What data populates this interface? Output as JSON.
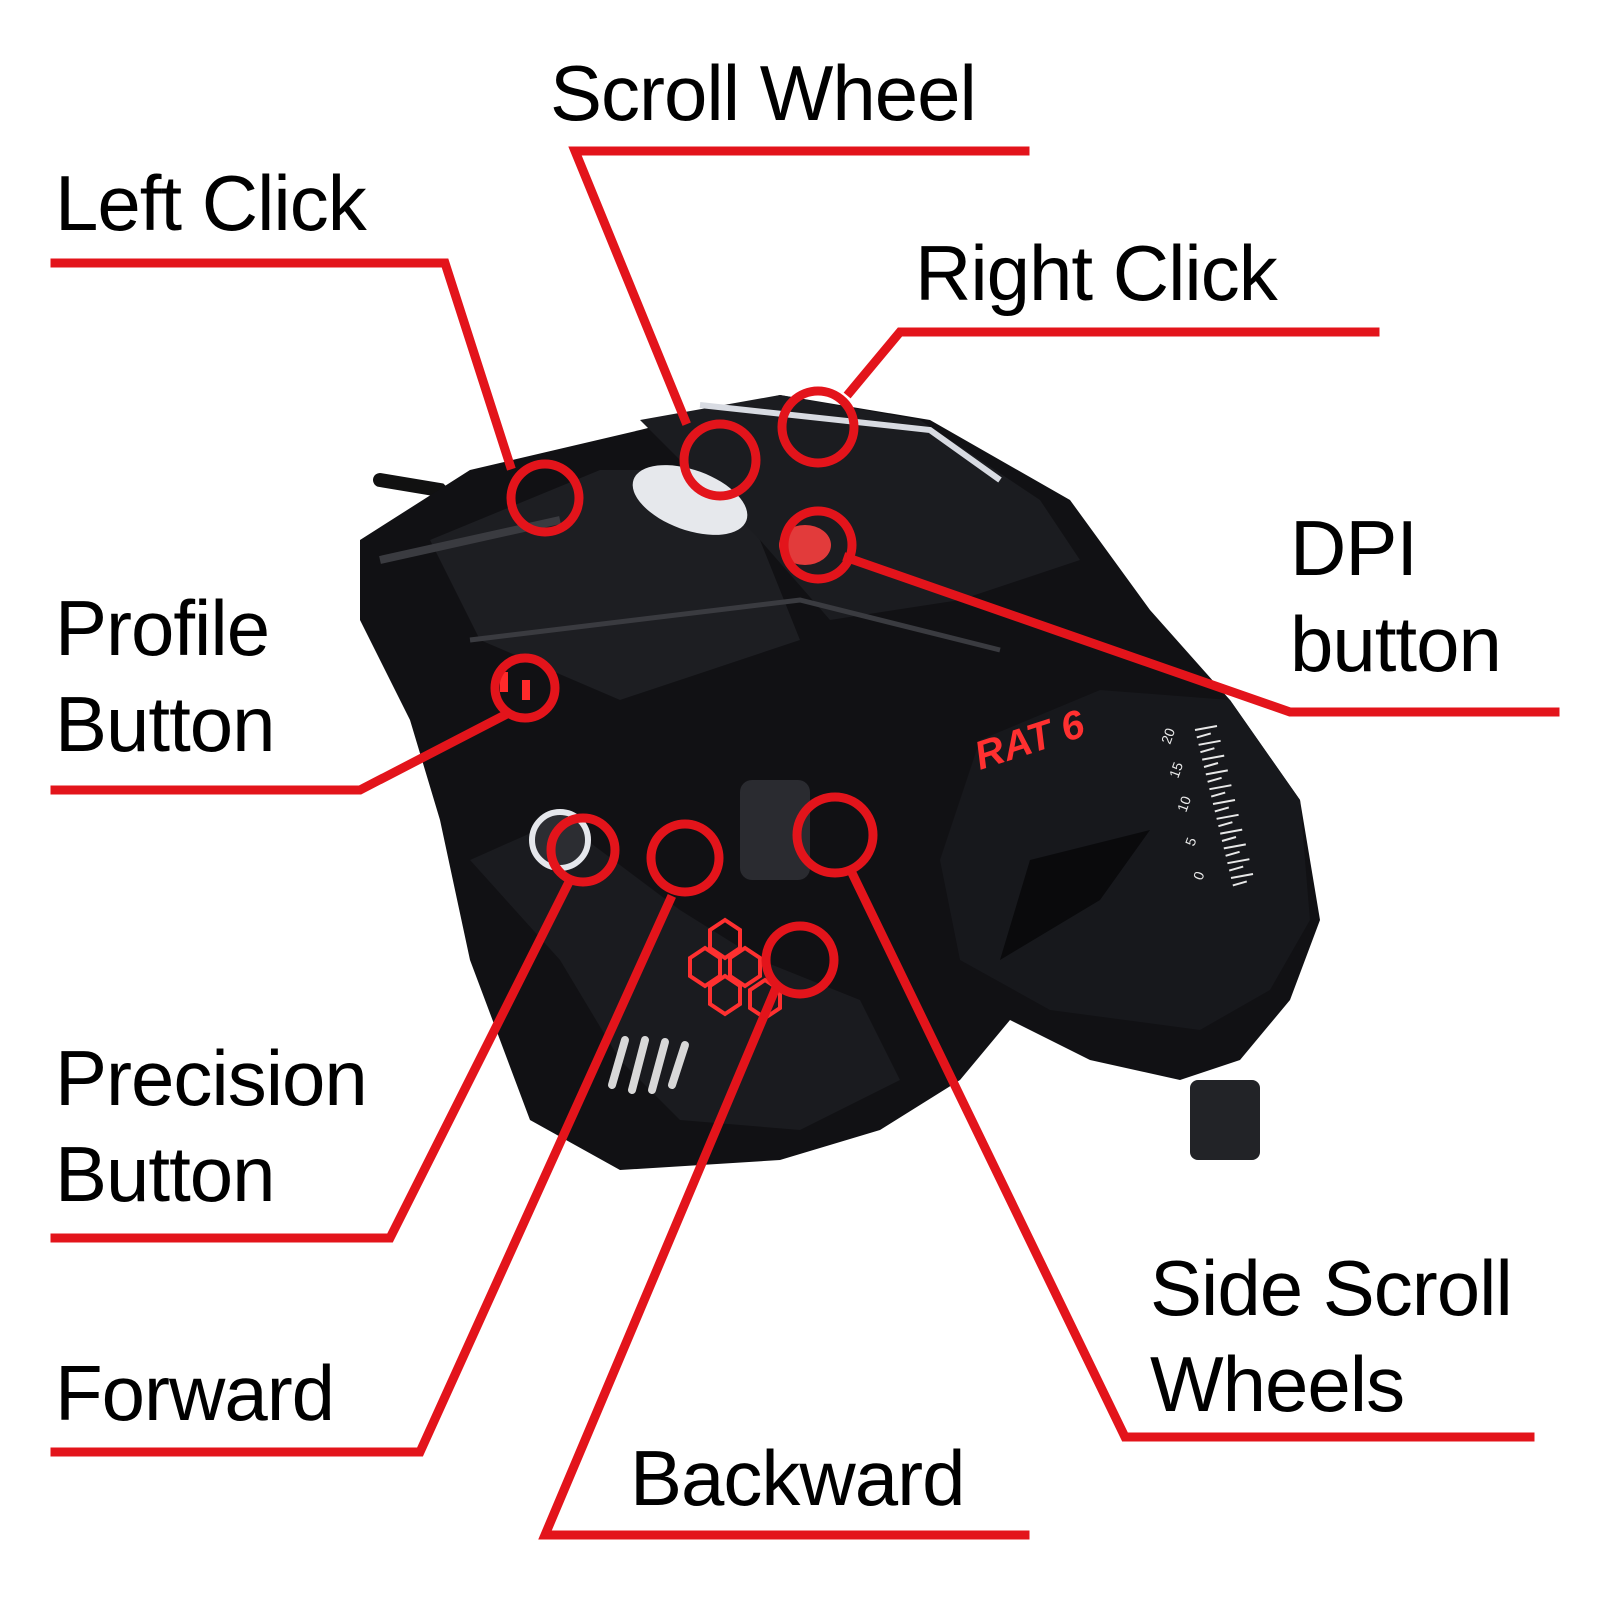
{
  "colors": {
    "callout": "#e3141b",
    "mouse_body": "#111114",
    "mouse_highlight": "#3a3b40",
    "led": "#ff2a2a",
    "background": "#ffffff"
  },
  "product": {
    "logo_text": "RAT 6",
    "scale_marks": [
      "20",
      "15",
      "10",
      "5",
      "0"
    ]
  },
  "labels": {
    "scroll_wheel": "Scroll Wheel",
    "left_click": "Left Click",
    "right_click": "Right Click",
    "dpi_line1": "DPI",
    "dpi_line2": "button",
    "profile_line1": "Profile",
    "profile_line2": "Button",
    "precision_line1": "Precision",
    "precision_line2": "Button",
    "forward": "Forward",
    "backward": "Backward",
    "side_scroll_line1": "Side Scroll",
    "side_scroll_line2": "Wheels"
  }
}
